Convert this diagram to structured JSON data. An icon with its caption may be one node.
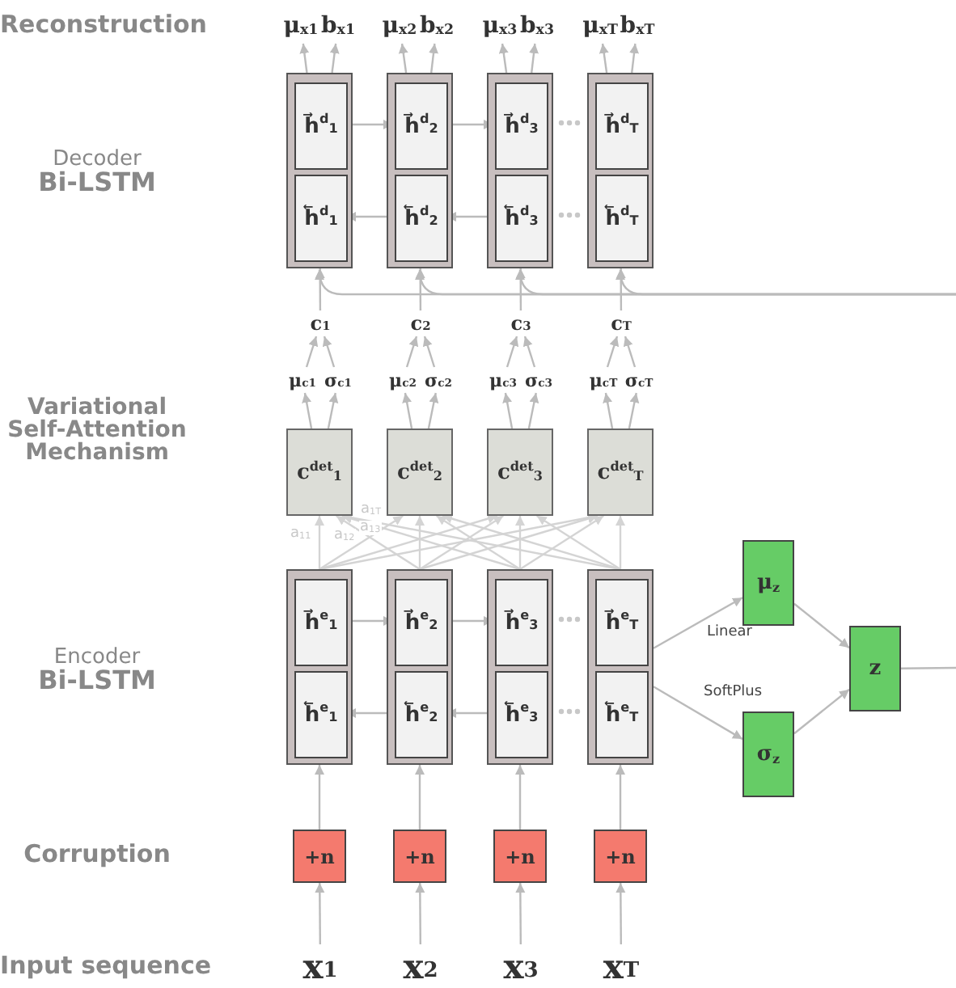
{
  "diagram": {
    "nodes": [
      {
        "text": [
          "μ$_{x1}$"
        ]
      },
      {
        "text": [
          "b$_{x1}$"
        ]
      },
      {
        "text": [
          "μ$_{x2}$"
        ]
      },
      {
        "text": [
          "b$_{x2}$"
        ]
      },
      {
        "text": [
          "μ$_{x3}$"
        ]
      },
      {
        "text": [
          "b$_{x3}$"
        ]
      },
      {
        "text": [
          "μ$_{xT}$"
        ]
      },
      {
        "text": [
          "b$_{xT}$"
        ]
      },
      {
        "text": [],
        "shape": "box"
      },
      {
        "text": [
          "h⃗$^{d}$$_{1}$"
        ],
        "in": 8
      },
      {
        "text": [
          "h⃖$^{d}$$_{1}$"
        ],
        "in": 8
      },
      {
        "text": [],
        "shape": "box"
      },
      {
        "text": [
          "h⃗$^{d}$$_{2}$"
        ],
        "in": 11
      },
      {
        "text": [
          "h⃖$^{d}$$_{2}$"
        ],
        "in": 11
      },
      {
        "text": [],
        "shape": "box"
      },
      {
        "text": [
          "h⃗$^{d}$$_{3}$"
        ],
        "in": 14
      },
      {
        "text": [
          "h⃖$^{d}$$_{3}$"
        ],
        "in": 14
      },
      {
        "text": [],
        "shape": "box"
      },
      {
        "text": [
          "h⃗$^{d}$$_{T}$"
        ],
        "in": 17
      },
      {
        "text": [
          "h⃖$^{d}$$_{T}$"
        ],
        "in": 17
      },
      {
        "text": [
          "c$_{1}$"
        ]
      },
      {
        "text": [
          "c$_{2}$"
        ]
      },
      {
        "text": [
          "c$_{3}$"
        ]
      },
      {
        "text": [
          "c$_{T}$"
        ]
      },
      {
        "text": [
          "μ$_{c1}$"
        ]
      },
      {
        "text": [
          "σ$_{c1}$"
        ]
      },
      {
        "text": [
          "μ$_{c2}$"
        ]
      },
      {
        "text": [
          "σ$_{c2}$"
        ]
      },
      {
        "text": [
          "μ$_{c3}$"
        ]
      },
      {
        "text": [
          "σ$_{c3}$"
        ]
      },
      {
        "text": [
          "μ$_{cT}$"
        ]
      },
      {
        "text": [
          "σ$_{cT}$"
        ]
      },
      {
        "text": [
          "c$^{det}$$_{1}$"
        ]
      },
      {
        "text": [
          "c$^{det}$$_{2}$"
        ]
      },
      {
        "text": [
          "c$^{det}$$_{3}$"
        ]
      },
      {
        "text": [
          "c$^{det}$$_{T}$"
        ]
      },
      {
        "text": [],
        "shape": "box"
      },
      {
        "text": [
          "h⃗$^{e}$$_{1}$"
        ],
        "in": 36
      },
      {
        "text": [
          "h⃖$^{e}$$_{1}$"
        ],
        "in": 36
      },
      {
        "text": [],
        "shape": "box"
      },
      {
        "text": [
          "h⃗$^{e}$$_{2}$"
        ],
        "in": 39
      },
      {
        "text": [
          "h⃖$^{e}$$_{2}$"
        ],
        "in": 39
      },
      {
        "text": [],
        "shape": "box"
      },
      {
        "text": [
          "h⃗$^{e}$$_{3}$"
        ],
        "in": 42
      },
      {
        "text": [
          "h⃖$^{e}$$_{3}$"
        ],
        "in": 42
      },
      {
        "text": [],
        "shape": "box"
      },
      {
        "text": [
          "h⃗$^{e}$$_{T}$"
        ],
        "in": 45
      },
      {
        "text": [
          "h⃖$^{e}$$_{T}$"
        ],
        "in": 45
      },
      {
        "text": [
          "μ$_{z}$"
        ]
      },
      {
        "text": [
          "σ$_{z}$"
        ]
      },
      {
        "text": [
          "z"
        ]
      },
      {
        "text": [
          "+n"
        ]
      },
      {
        "text": [
          "+n"
        ]
      },
      {
        "text": [
          "+n"
        ]
      },
      {
        "text": [
          "+n"
        ]
      },
      {
        "text": [
          "x$_{1}$"
        ]
      },
      {
        "text": [
          "x$_{2}$"
        ]
      },
      {
        "text": [
          "x$_{3}$"
        ]
      },
      {
        "text": [
          "x$_{T}$"
        ]
      }
    ],
    "edges": [
      {
        "from": 8,
        "to": 0,
        "arrow": "to"
      },
      {
        "from": 8,
        "to": 1,
        "arrow": "to"
      },
      {
        "from": 11,
        "to": 2,
        "arrow": "to"
      },
      {
        "from": 11,
        "to": 3,
        "arrow": "to"
      },
      {
        "from": 14,
        "to": 4,
        "arrow": "to"
      },
      {
        "from": 14,
        "to": 5,
        "arrow": "to"
      },
      {
        "from": 17,
        "to": 6,
        "arrow": "to"
      },
      {
        "from": 17,
        "to": 7,
        "arrow": "to"
      },
      {
        "from": 9,
        "to": 12,
        "arrow": "to"
      },
      {
        "from": 12,
        "to": 15,
        "arrow": "to"
      },
      {
        "from": 13,
        "to": 10,
        "arrow": "to"
      },
      {
        "from": 16,
        "to": 13,
        "arrow": "to"
      },
      {
        "from": null,
        "to": 8,
        "arrow": "to"
      },
      {
        "from": null,
        "to": 11,
        "arrow": "to"
      },
      {
        "from": null,
        "to": 14,
        "arrow": "to"
      },
      {
        "from": null,
        "to": 17,
        "arrow": "to"
      },
      {
        "from": 20,
        "to": 8,
        "arrow": "to"
      },
      {
        "from": 21,
        "to": 11,
        "arrow": "to"
      },
      {
        "from": 22,
        "to": 14,
        "arrow": "to"
      },
      {
        "from": 23,
        "to": 17,
        "arrow": "to"
      },
      {
        "from": 24,
        "to": 20,
        "arrow": "to"
      },
      {
        "from": 25,
        "to": 20,
        "arrow": "to"
      },
      {
        "from": 26,
        "to": 21,
        "arrow": "to"
      },
      {
        "from": 27,
        "to": 21,
        "arrow": "to"
      },
      {
        "from": 28,
        "to": 22,
        "arrow": "to"
      },
      {
        "from": 29,
        "to": 22,
        "arrow": "to"
      },
      {
        "from": 30,
        "to": 23,
        "arrow": "to"
      },
      {
        "from": 31,
        "to": 23,
        "arrow": "to"
      },
      {
        "from": 32,
        "to": 24,
        "arrow": "to"
      },
      {
        "from": 32,
        "to": 25,
        "arrow": "to"
      },
      {
        "from": 33,
        "to": 26,
        "arrow": "to"
      },
      {
        "from": 33,
        "to": 27,
        "arrow": "to"
      },
      {
        "from": 34,
        "to": 28,
        "arrow": "to"
      },
      {
        "from": 34,
        "to": 29,
        "arrow": "to"
      },
      {
        "from": 35,
        "to": 30,
        "arrow": "to"
      },
      {
        "from": 35,
        "to": 31,
        "arrow": "to"
      },
      {
        "from": 36,
        "to": 32,
        "arrow": "to",
        "label": "a$_{11}$",
        "color": "#d4d4d4"
      },
      {
        "from": 39,
        "to": 32,
        "arrow": "to",
        "label": "a$_{12}$",
        "color": "#d4d4d4"
      },
      {
        "from": 42,
        "to": 32,
        "arrow": "to",
        "label": "a$_{13}$",
        "color": "#d4d4d4"
      },
      {
        "from": 45,
        "to": 32,
        "arrow": "to",
        "label": "a$_{1T}$",
        "color": "#d4d4d4"
      },
      {
        "from": 36,
        "to": 33,
        "arrow": "to",
        "color": "#d4d4d4"
      },
      {
        "from": 39,
        "to": 33,
        "arrow": "to",
        "color": "#d4d4d4"
      },
      {
        "from": 42,
        "to": 33,
        "arrow": "to",
        "color": "#d4d4d4"
      },
      {
        "from": 45,
        "to": 33,
        "arrow": "to",
        "color": "#d4d4d4"
      },
      {
        "from": 36,
        "to": 34,
        "arrow": "to",
        "color": "#d4d4d4"
      },
      {
        "from": 39,
        "to": 34,
        "arrow": "to",
        "color": "#d4d4d4"
      },
      {
        "from": 42,
        "to": 34,
        "arrow": "to",
        "color": "#d4d4d4"
      },
      {
        "from": 45,
        "to": 34,
        "arrow": "to",
        "color": "#d4d4d4"
      },
      {
        "from": 36,
        "to": 35,
        "arrow": "to",
        "color": "#d4d4d4"
      },
      {
        "from": 39,
        "to": 35,
        "arrow": "to",
        "color": "#d4d4d4"
      },
      {
        "from": 42,
        "to": 35,
        "arrow": "to",
        "color": "#d4d4d4"
      },
      {
        "from": 45,
        "to": 35,
        "arrow": "to",
        "color": "#d4d4d4"
      },
      {
        "from": 37,
        "to": 40,
        "arrow": "to"
      },
      {
        "from": 40,
        "to": 43,
        "arrow": "to"
      },
      {
        "from": 41,
        "to": 38,
        "arrow": "to"
      },
      {
        "from": 44,
        "to": 41,
        "arrow": "to"
      },
      {
        "from": 45,
        "to": 48,
        "arrow": "to",
        "label": "Linear"
      },
      {
        "from": 45,
        "to": 49,
        "arrow": "to",
        "label": "SoftPlus"
      },
      {
        "from": 48,
        "to": 50,
        "arrow": "to"
      },
      {
        "from": 49,
        "to": 50,
        "arrow": "to"
      },
      {
        "from": 50,
        "to": null,
        "arrow": "none"
      },
      {
        "from": 51,
        "to": 36,
        "arrow": "to"
      },
      {
        "from": 52,
        "to": 39,
        "arrow": "to"
      },
      {
        "from": 53,
        "to": 42,
        "arrow": "to"
      },
      {
        "from": 54,
        "to": 45,
        "arrow": "to"
      },
      {
        "from": 55,
        "to": 51,
        "arrow": "to"
      },
      {
        "from": 56,
        "to": 52,
        "arrow": "to"
      },
      {
        "from": 57,
        "to": 53,
        "arrow": "to"
      },
      {
        "from": 58,
        "to": 54,
        "arrow": "to"
      }
    ],
    "labels": [
      "Reconstruction",
      "Decoder",
      "Bi-LSTM",
      "Variational Self-Attention Mechanism",
      "Encoder",
      "Bi-LSTM",
      "Corruption",
      "Input sequence"
    ]
  }
}
